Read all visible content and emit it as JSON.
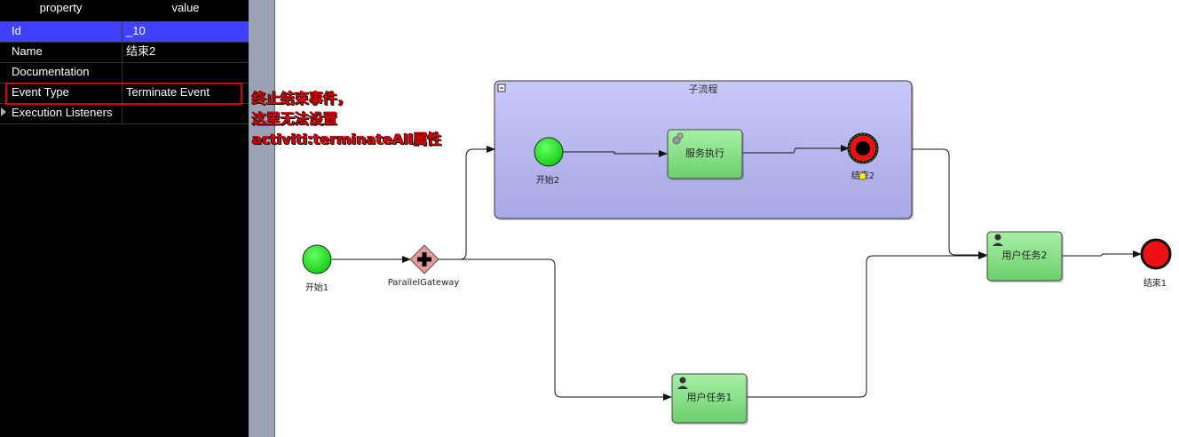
{
  "properties_panel": {
    "headers": {
      "property": "property",
      "value": "value"
    },
    "rows": [
      {
        "key": "Id",
        "value": "_10"
      },
      {
        "key": "Name",
        "value": "结束2"
      },
      {
        "key": "Documentation",
        "value": ""
      },
      {
        "key": "Event Type",
        "value": "Terminate Event"
      },
      {
        "key": "Execution Listeners",
        "value": ""
      }
    ]
  },
  "annotation": {
    "lines": [
      "终止结束事件，",
      "这里无法设置",
      "activiti:terminateAll属性"
    ],
    "color": "#e00000"
  },
  "diagram": {
    "subprocess": {
      "label": "子流程",
      "collapse_icon": "minus-icon"
    },
    "start1": "开始1",
    "gateway": "ParallelGateway",
    "start2": "开始2",
    "service_task": "服务执行",
    "end2": "结束2",
    "user_task1": "用户任务1",
    "user_task2": "用户任务2",
    "end1": "结束1",
    "colors": {
      "start": "#22dd22",
      "end": "#ee1111",
      "task": "#88e088",
      "gateway": "#e89a9a",
      "subprocess": "#b4b4ee"
    },
    "icons": {
      "service_task": "gears-icon",
      "user_task": "user-icon",
      "gateway": "plus-icon"
    }
  }
}
